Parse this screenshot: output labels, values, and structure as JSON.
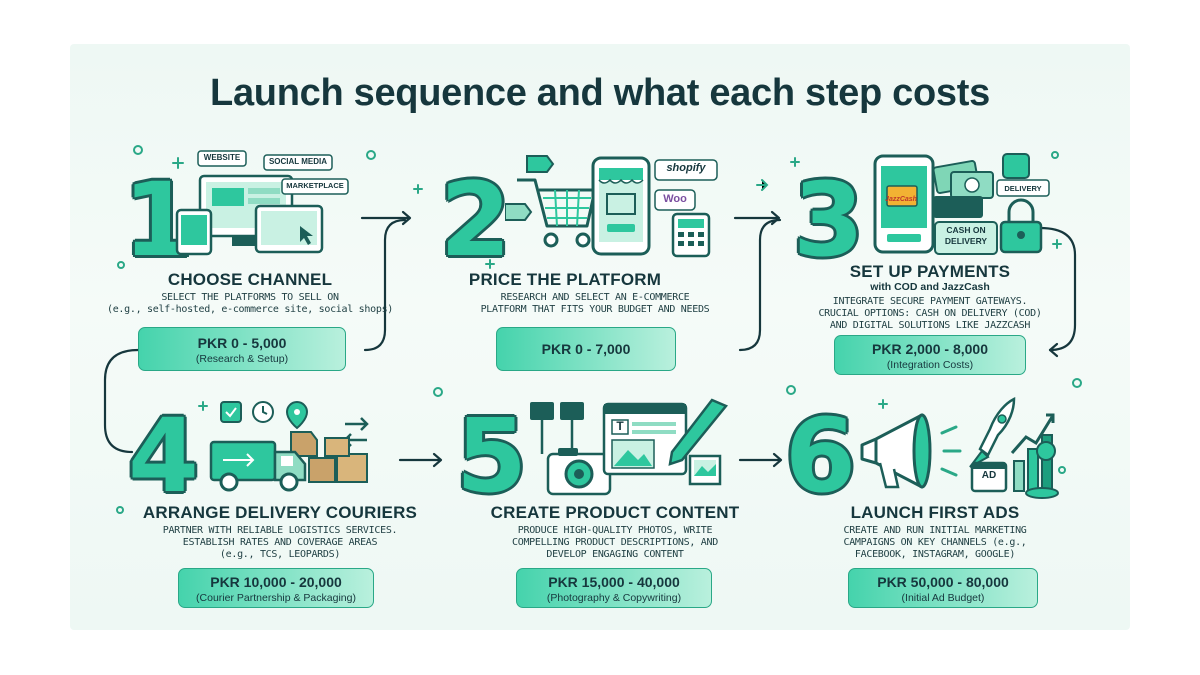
{
  "title": "Launch sequence and what each step costs",
  "colors": {
    "accent": "#2ec79e",
    "dark": "#16373d",
    "outline": "#1c5e58",
    "bg": "#eef8f4"
  },
  "steps": [
    {
      "number": "1",
      "heading": "CHOOSE CHANNEL",
      "description": [
        "SELECT THE PLATFORMS TO SELL ON",
        "(e.g., self-hosted, e-commerce site, social shops)"
      ],
      "cost": "PKR 0 - 5,000",
      "cost_note": "(Research & Setup)",
      "icon_labels": [
        "WEBSITE",
        "SOCIAL MEDIA",
        "MARKETPLACE"
      ],
      "icon": "devices-icon"
    },
    {
      "number": "2",
      "heading": "PRICE THE PLATFORM",
      "description": [
        "RESEARCH AND SELECT AN E-COMMERCE",
        "PLATFORM THAT FITS YOUR BUDGET AND NEEDS"
      ],
      "cost": "PKR 0 - 7,000",
      "cost_note": "",
      "icon_labels": [
        "shopify",
        "Woo"
      ],
      "icon": "shopping-cart-icon"
    },
    {
      "number": "3",
      "heading": "SET UP PAYMENTS",
      "subheading": "with COD and JazzCash",
      "description": [
        "INTEGRATE SECURE PAYMENT GATEWAYS.",
        "CRUCIAL OPTIONS: CASH ON DELIVERY (COD)",
        "AND DIGITAL SOLUTIONS LIKE JAZZCASH"
      ],
      "cost": "PKR 2,000 - 8,000",
      "cost_note": "(Integration Costs)",
      "icon_labels": [
        "DELIVERY",
        "CASH ON",
        "DELIVERY",
        "JazzCash"
      ],
      "icon": "payment-phone-icon"
    },
    {
      "number": "4",
      "heading": "ARRANGE DELIVERY COURIERS",
      "description": [
        "PARTNER WITH RELIABLE LOGISTICS SERVICES.",
        "ESTABLISH RATES AND COVERAGE AREAS",
        "(e.g., TCS, LEOPARDS)"
      ],
      "cost": "PKR 10,000 - 20,000",
      "cost_note": "(Courier Partnership & Packaging)",
      "icon": "delivery-truck-icon"
    },
    {
      "number": "5",
      "heading": "CREATE PRODUCT CONTENT",
      "description": [
        "PRODUCE HIGH-QUALITY PHOTOS, WRITE",
        "COMPELLING PRODUCT DESCRIPTIONS, AND",
        "DEVELOP ENGAGING CONTENT"
      ],
      "cost": "PKR 15,000 - 40,000",
      "cost_note": "(Photography & Copywriting)",
      "icon_labels": [
        "T"
      ],
      "icon": "camera-icon"
    },
    {
      "number": "6",
      "heading": "LAUNCH FIRST ADS",
      "description": [
        "CREATE AND RUN INITIAL MARKETING",
        "CAMPAIGNS ON KEY CHANNELS (e.g.,",
        "FACEBOOK, INSTAGRAM, GOOGLE)"
      ],
      "cost": "PKR 50,000 - 80,000",
      "cost_note": "(Initial Ad Budget)",
      "icon_labels": [
        "AD"
      ],
      "icon": "megaphone-icon"
    }
  ]
}
